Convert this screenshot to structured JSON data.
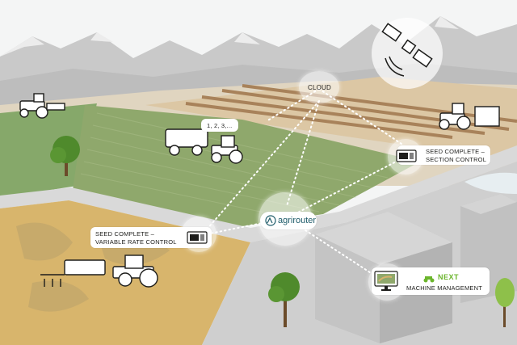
{
  "nodes": {
    "cloud": "CLOUD",
    "hub": "agrirouter",
    "counter": "1, 2, 3,...",
    "section_control": [
      "SEED COMPLETE –",
      "SECTION CONTROL"
    ],
    "variable_rate": [
      "SEED COMPLETE –",
      "VARIABLE RATE CONTROL"
    ],
    "next_brand": "NEXT",
    "machine_mgmt": "MACHINE MANAGEMENT"
  },
  "icons": [
    "satellite-icon",
    "cloud-node",
    "agrirouter-logo",
    "terminal-icon",
    "monitor-icon",
    "tractor-icon"
  ],
  "colors": {
    "sky": "#f3f4f4",
    "mountain": "#c8c8c8",
    "green_field": "#7fa265",
    "yellow_field": "#d8b36c",
    "soil": "#d7c4a4",
    "building": "#c9c9c9",
    "link": "#ffffff",
    "agrirouter": "#1d5b69",
    "next_green": "#6bb52c"
  }
}
